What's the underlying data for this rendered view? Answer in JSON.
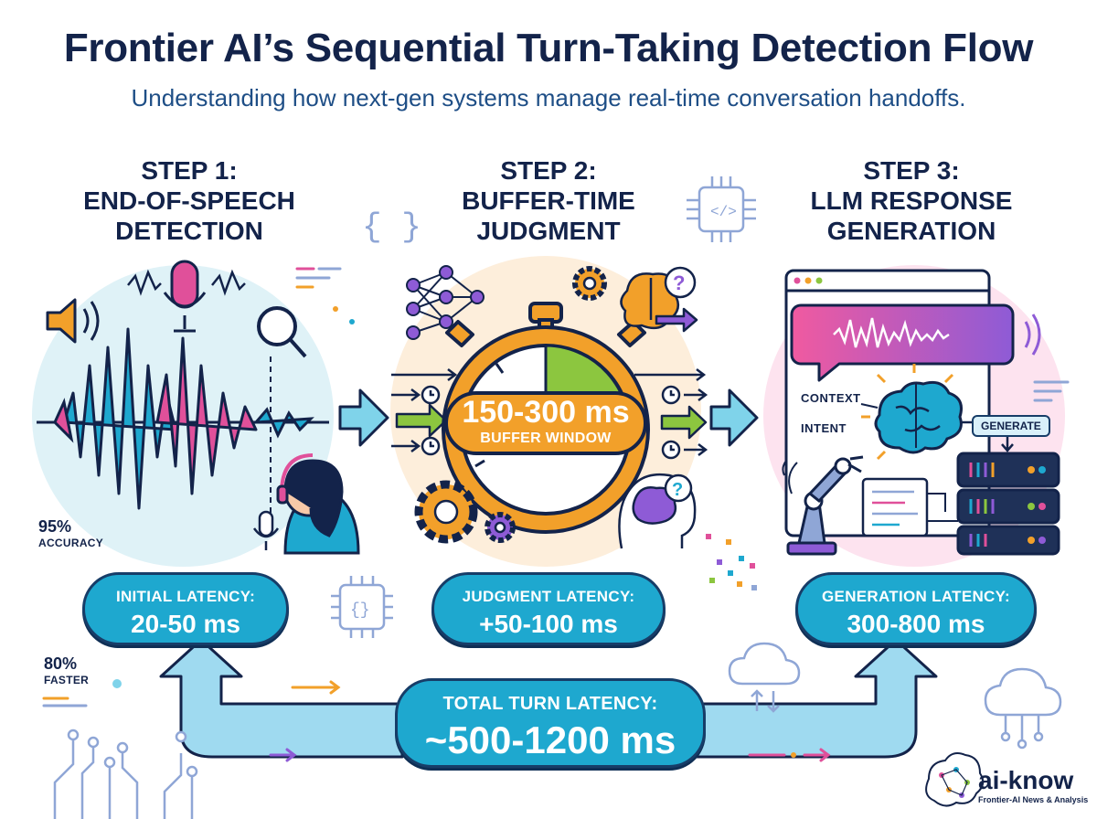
{
  "header": {
    "title": "Frontier AI’s Sequential Turn-Taking Detection Flow",
    "subtitle": "Understanding how next-gen systems manage real-time conversation handoffs."
  },
  "steps": [
    {
      "title_line1": "STEP 1:",
      "title_line2": "END-OF-SPEECH",
      "title_line3": "DETECTION",
      "latency_label": "INITIAL LATENCY:",
      "latency_value": "20-50 ms"
    },
    {
      "title_line1": "STEP 2:",
      "title_line2": "BUFFER-TIME",
      "title_line3": "JUDGMENT",
      "latency_label": "JUDGMENT LATENCY:",
      "latency_value": "+50-100 ms"
    },
    {
      "title_line1": "STEP 3:",
      "title_line2": "LLM RESPONSE",
      "title_line3": "GENERATION",
      "latency_label": "GENERATION LATENCY:",
      "latency_value": "300-800 ms"
    }
  ],
  "buffer": {
    "value": "150-300 ms",
    "label": "BUFFER WINDOW"
  },
  "stats": {
    "accuracy_value": "95%",
    "accuracy_label": "ACCURACY",
    "faster_value": "80%",
    "faster_label": "FASTER"
  },
  "step3_labels": {
    "context": "CONTEXT",
    "intent": "INTENT",
    "generate": "GENERATE"
  },
  "total": {
    "label": "TOTAL TURN LATENCY:",
    "value": "~500-1200 ms"
  },
  "brand": {
    "name": "ai-know",
    "tagline": "Frontier-AI News & Analysis"
  },
  "icons": {
    "speaker": "speaker-icon",
    "microphone": "microphone-icon",
    "search": "magnifier-icon",
    "headset": "headset-person-icon",
    "stopwatch": "stopwatch-icon",
    "neural": "neural-network-icon",
    "brain": "brain-icon",
    "gear": "gear-icon",
    "robot_arm": "robot-arm-icon",
    "server": "server-rack-icon",
    "chip": "chip-icon",
    "cloud": "cloud-icon"
  },
  "colors": {
    "navy": "#13234a",
    "teal": "#1ea8cf",
    "pink": "#e83e8c",
    "orange": "#f2a02a",
    "green": "#8cc63f",
    "purple": "#8e5bd6"
  }
}
